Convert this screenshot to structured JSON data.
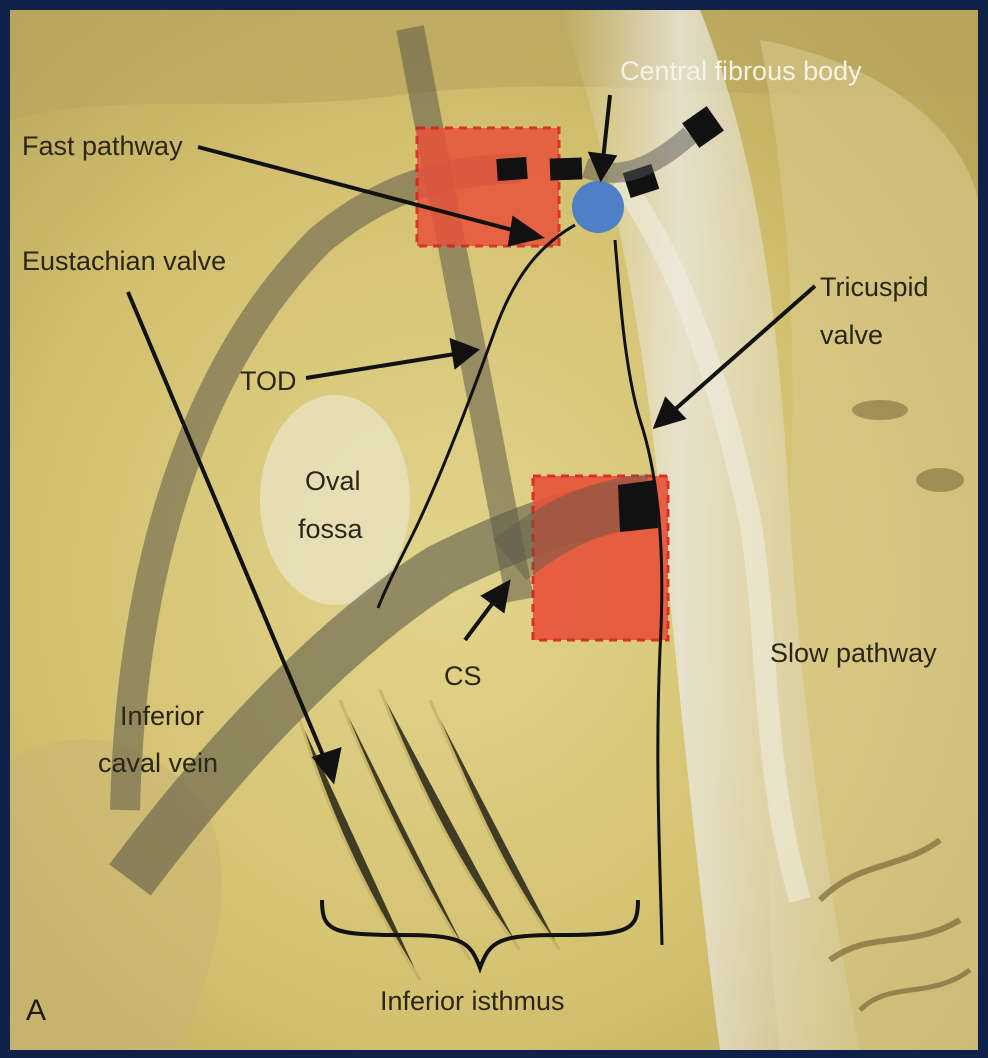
{
  "panel_letter": "A",
  "labels": {
    "central_fibrous_body": "Central fibrous body",
    "fast_pathway": "Fast pathway",
    "eustachian_valve": "Eustachian valve",
    "tricuspid_valve_line1": "Tricuspid",
    "tricuspid_valve_line2": "valve",
    "tod": "TOD",
    "oval_fossa_line1": "Oval",
    "oval_fossa_line2": "fossa",
    "slow_pathway": "Slow pathway",
    "cs": "CS",
    "inferior_caval_vein_line1": "Inferior",
    "inferior_caval_vein_line2": "caval vein",
    "inferior_isthmus": "Inferior isthmus"
  },
  "colors": {
    "frame": "#0d2149",
    "tissue": "#d8c779",
    "highlight_zone": "#e8523a",
    "fibrous_body": "#4f7fc4",
    "overlay_band": "#5e5a4a"
  }
}
